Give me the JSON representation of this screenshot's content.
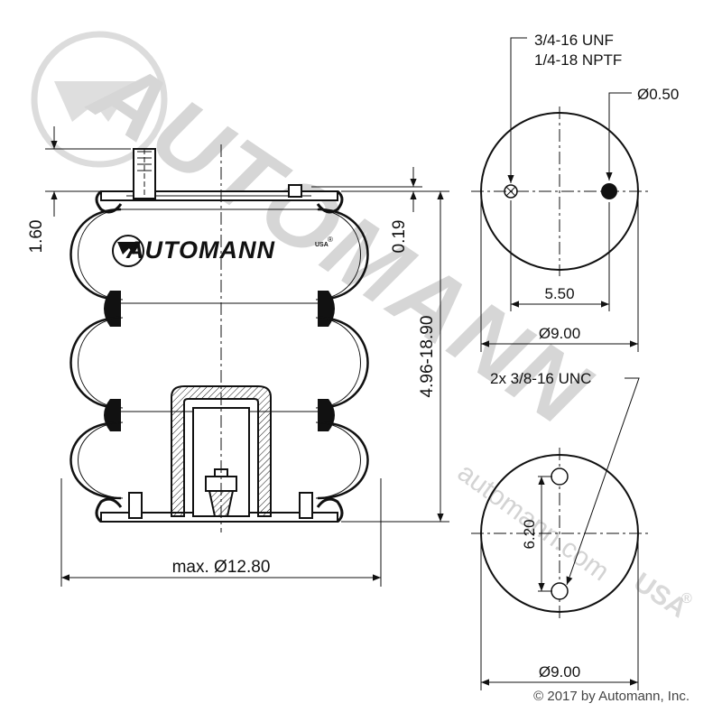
{
  "watermark": {
    "text": "AUTOMANN",
    "sub": "USA",
    "reg": "®",
    "url": "automann.com"
  },
  "logo": {
    "text": "AUTOMANN",
    "sub": "USA",
    "reg": "®"
  },
  "side_view": {
    "dims": {
      "top_gap": "1.60",
      "top_plate": "0.19",
      "height_range": "4.96-18.90",
      "max_diameter": "max. Ø12.80"
    }
  },
  "top_view": {
    "thread_1": "3/4-16 UNF",
    "thread_2": "1/4-18 NPTF",
    "port_dia": "Ø0.50",
    "hole_spacing": "5.50",
    "diameter": "Ø9.00"
  },
  "bottom_view": {
    "thread": "2x 3/8-16 UNC",
    "hole_spacing": "6.20",
    "diameter": "Ø9.00"
  },
  "copyright": "© 2017 by Automann, Inc.",
  "colors": {
    "line": "#111111",
    "watermark": "#d9d9d9"
  }
}
